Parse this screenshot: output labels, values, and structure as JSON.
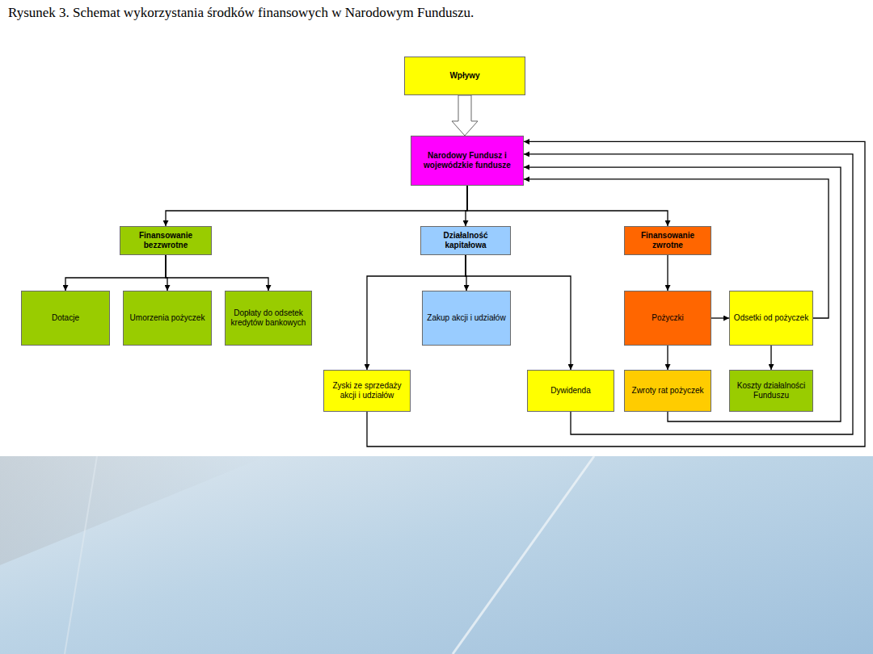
{
  "diagram": {
    "title": "Rysunek 3. Schemat wykorzystania środków finansowych w Narodowym Funduszu.",
    "nodes": [
      {
        "text": [
          "Wpływy"
        ]
      },
      {
        "text": [
          "Narodowy Fundusz i wojewódzkie fundusze"
        ]
      },
      {
        "text": [
          "Finansowanie bezzwrotne"
        ]
      },
      {
        "text": [
          "Działalność kapitałowa"
        ]
      },
      {
        "text": [
          "Finansowanie zwrotne"
        ]
      },
      {
        "text": [
          "Dotacje"
        ]
      },
      {
        "text": [
          "Umorzenia pożyczek"
        ]
      },
      {
        "text": [
          "Dopłaty do odsetek kredytów bankowych"
        ]
      },
      {
        "text": [
          "Zakup akcji i udziałów"
        ]
      },
      {
        "text": [
          "Pożyczki"
        ]
      },
      {
        "text": [
          "Odsetki od pożyczek"
        ]
      },
      {
        "text": [
          "Zyski ze sprzedaży akcji i udziałów"
        ]
      },
      {
        "text": [
          "Dywidenda"
        ]
      },
      {
        "text": [
          "Zwroty rat pożyczek"
        ]
      },
      {
        "text": [
          "Koszty działalności Funduszu"
        ]
      }
    ],
    "edges": [
      {
        "from": 0,
        "to": 1,
        "arrow": "to"
      },
      {
        "from": 1,
        "to": 2,
        "arrow": "to"
      },
      {
        "from": 1,
        "to": 3,
        "arrow": "to"
      },
      {
        "from": 1,
        "to": 4,
        "arrow": "to"
      },
      {
        "from": 2,
        "to": 5,
        "arrow": "to"
      },
      {
        "from": 2,
        "to": 6,
        "arrow": "to"
      },
      {
        "from": 2,
        "to": 7,
        "arrow": "to"
      },
      {
        "from": 3,
        "to": 8,
        "arrow": "to"
      },
      {
        "from": 3,
        "to": 11,
        "arrow": "to"
      },
      {
        "from": 3,
        "to": 12,
        "arrow": "to"
      },
      {
        "from": 4,
        "to": 9,
        "arrow": "to"
      },
      {
        "from": 9,
        "to": 10,
        "arrow": "to"
      },
      {
        "from": 9,
        "to": 13,
        "arrow": "to"
      },
      {
        "from": 10,
        "to": 14,
        "arrow": "to"
      },
      {
        "from": 10,
        "to": 1,
        "arrow": "to"
      },
      {
        "from": 13,
        "to": 1,
        "arrow": "to"
      },
      {
        "from": 12,
        "to": 1,
        "arrow": "to"
      },
      {
        "from": 11,
        "to": 1,
        "arrow": "to"
      }
    ]
  }
}
